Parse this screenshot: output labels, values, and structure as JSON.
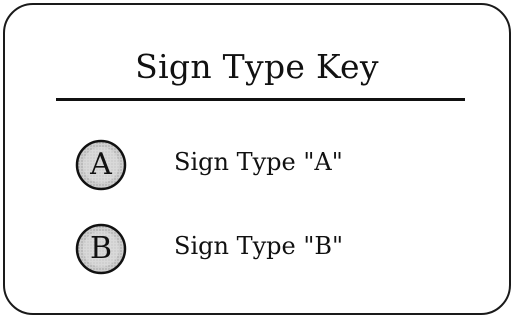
{
  "title": "Sign Type Key",
  "items": [
    {
      "letter": "A",
      "label": "Sign Type \"A\""
    },
    {
      "letter": "B",
      "label": "Sign Type \"B\""
    }
  ],
  "colors": {
    "ink": "#111111",
    "badge_fill": "#c9c9c9",
    "background": "#ffffff"
  }
}
